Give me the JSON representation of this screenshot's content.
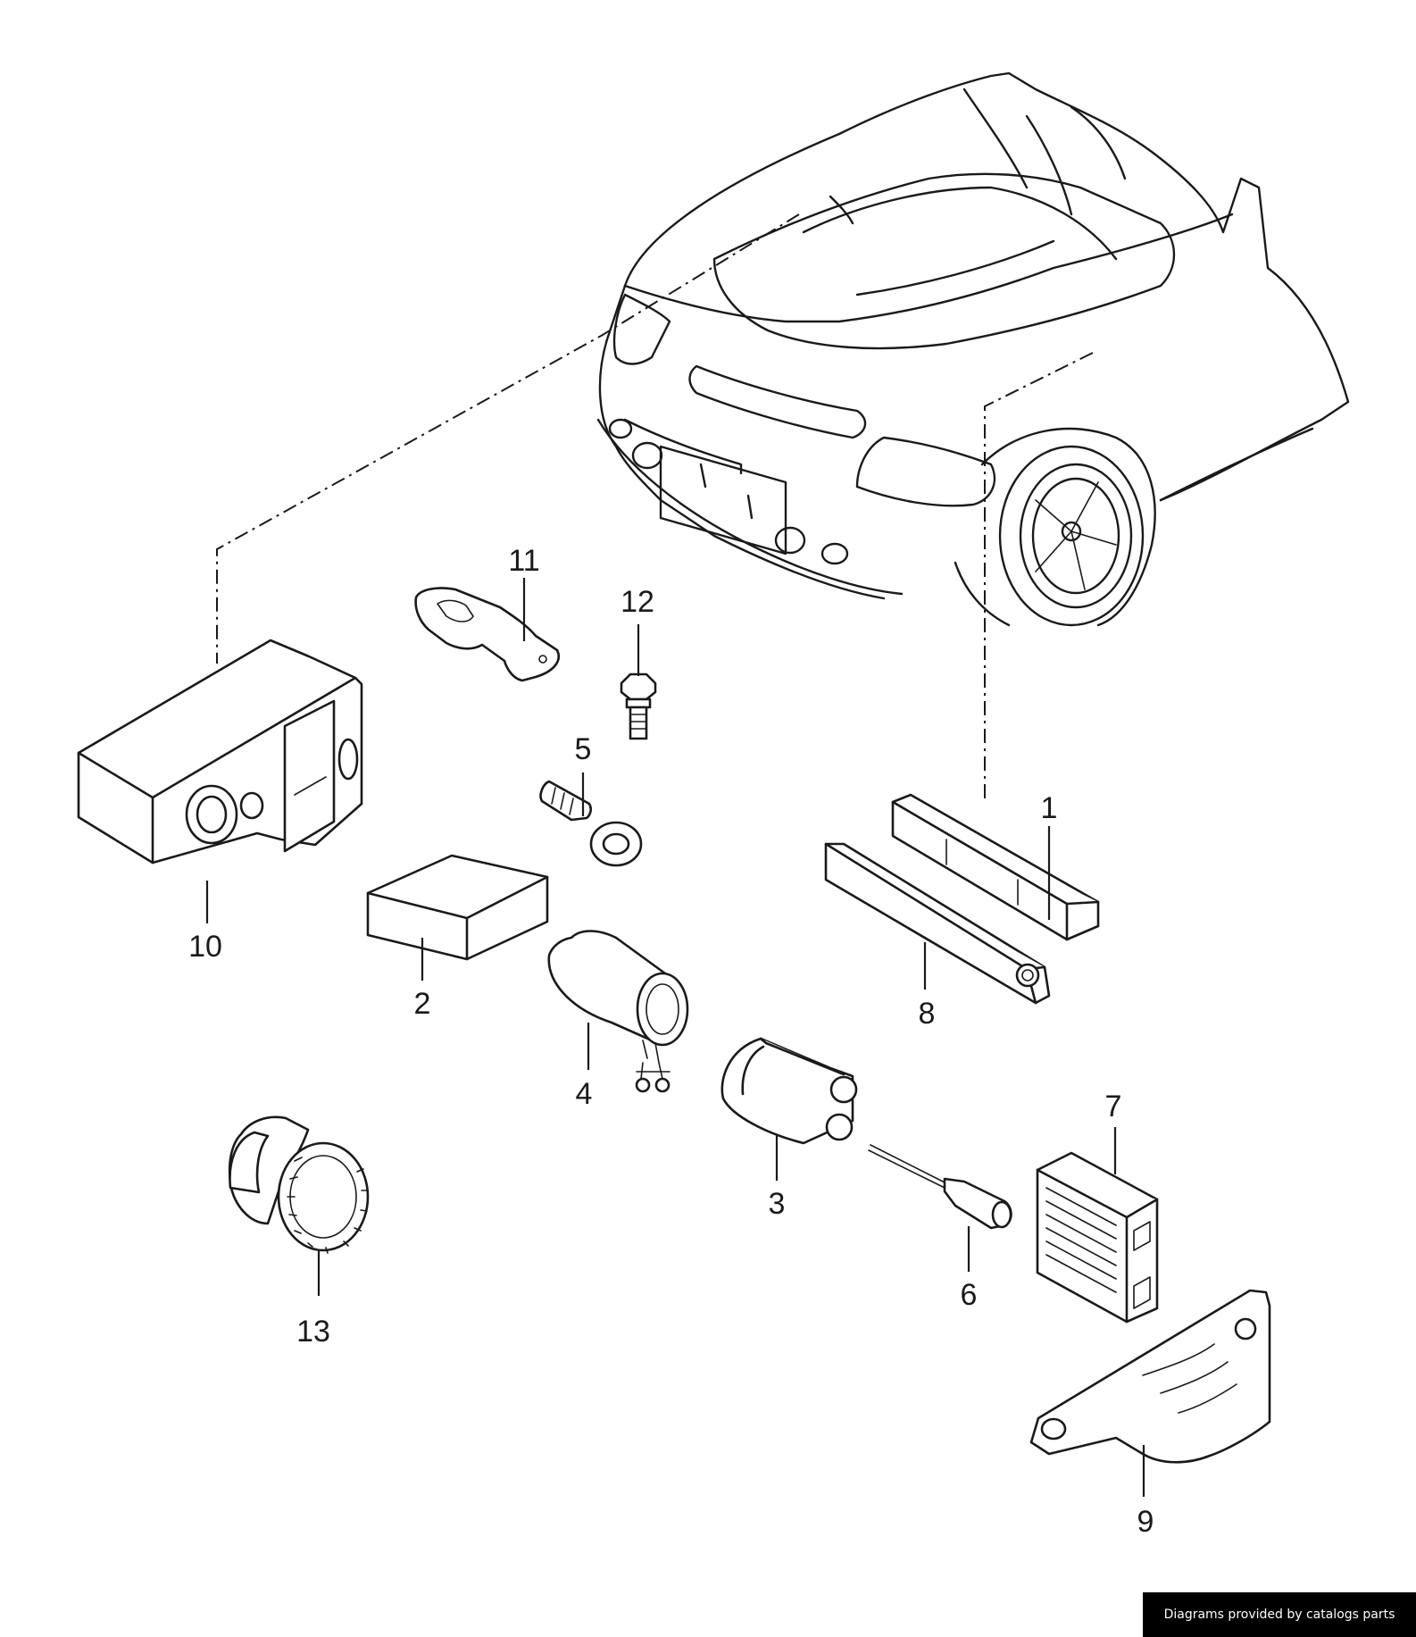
{
  "labels": {
    "p1": "1",
    "p2": "2",
    "p3": "3",
    "p4": "4",
    "p5": "5",
    "p6": "6",
    "p7": "7",
    "p8": "8",
    "p9": "9",
    "p10": "10",
    "p11": "11",
    "p12": "12",
    "p13": "13"
  },
  "credit": "Diagrams provided by catalogs parts"
}
